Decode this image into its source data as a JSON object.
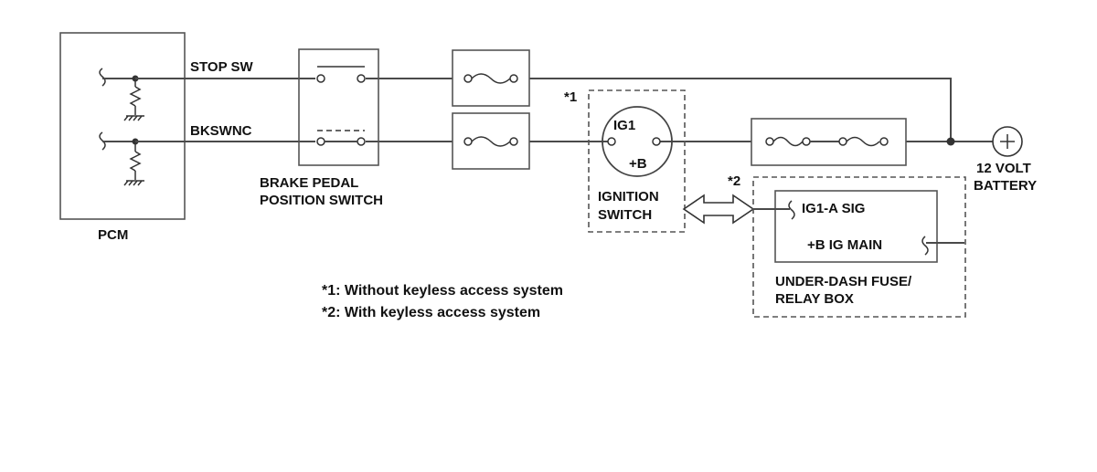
{
  "pcm": {
    "label": "PCM"
  },
  "signals": {
    "stop_sw": "STOP SW",
    "bkswnc": "BKSWNC"
  },
  "brake_switch": {
    "line1": "BRAKE PEDAL",
    "line2": "POSITION SWITCH"
  },
  "ignition_switch": {
    "marker": "*1",
    "ig1": "IG1",
    "plus_b": "+B",
    "line1": "IGNITION",
    "line2": "SWITCH"
  },
  "battery": {
    "line1": "12 VOLT",
    "line2": "BATTERY"
  },
  "fuse_box": {
    "marker": "*2",
    "ig1a_sig": "IG1-A SIG",
    "b_ig_main": "+B IG MAIN",
    "line1": "UNDER-DASH FUSE/",
    "line2": "RELAY BOX"
  },
  "notes": {
    "n1": "*1: Without keyless access system",
    "n2": "*2: With keyless access system"
  },
  "colors": {
    "wire": "#4a4a4a",
    "outline": "#555555",
    "text": "#111111"
  }
}
